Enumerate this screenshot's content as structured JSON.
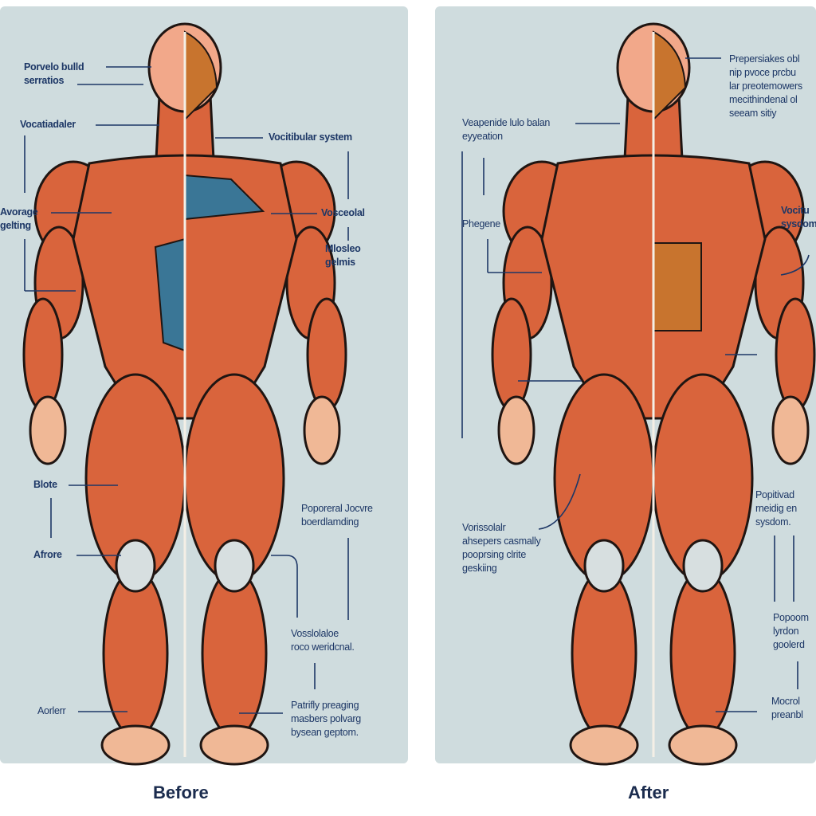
{
  "before": {
    "caption": "Before",
    "labels": [
      "Porvelo bulld\nserratios",
      "Vocatiadaler",
      "Avorage\ngelting",
      "Vocitibular system",
      "Vosceolal",
      "Mlosleo\ngelmis",
      "Blote",
      "Afrore",
      "Aorlerr",
      "Poporeral Jocvre\nboerdlamding",
      "Vosslolaloe\nroco weridcnal.",
      "Patrifly preaging\nmasbers polvarg\nbysean geptom."
    ]
  },
  "after": {
    "caption": "After",
    "labels": [
      "Veapenide lulo balan\neyyeation",
      "Prepersiakes obl\nnip pvoce prcbu\nlar preotemowers\nmecithindenal ol\nseeam sitiy",
      "Phegene",
      "Vocitu\nsysdom",
      "Vorissolalr\nahsepers casmally\npooprsing clrite\ngeskiing",
      "Popitivad\nrneidig en\nsysdom.",
      "Popoom\nlyrdon\ngoolerd",
      "Mocrol\npreanbl"
    ]
  },
  "colors": {
    "panel": "#cfdcde",
    "muscle": "#d9643c",
    "blue_muscle": "#3a7696",
    "label_text": "#1d3766"
  }
}
